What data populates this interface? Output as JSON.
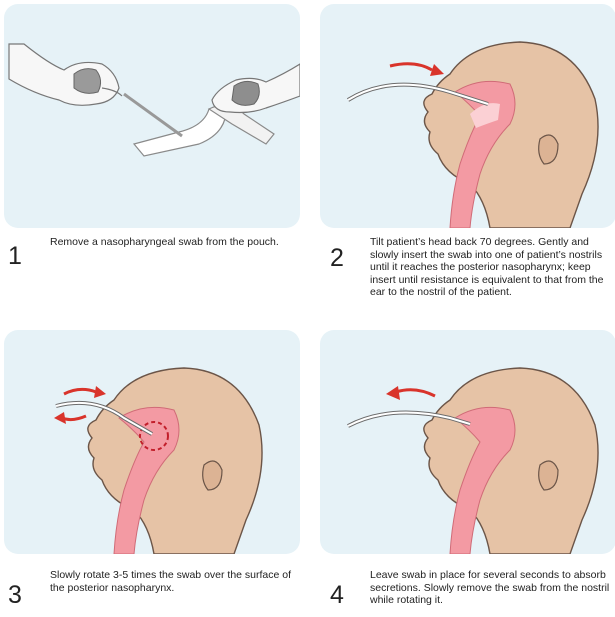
{
  "steps": [
    {
      "number": "1",
      "text": "Remove a nasopharyngeal swab from the pouch."
    },
    {
      "number": "2",
      "text": "Tilt patient’s head back 70 degrees. Gently and slowly insert the swab into one of patient’s nostrils until it reaches the posterior nasopharynx; keep insert until resistance is equivalent to that from the ear to the nostril of the patient."
    },
    {
      "number": "3",
      "text": "Slowly rotate 3-5 times the swab over the surface of the posterior nasopharynx."
    },
    {
      "number": "4",
      "text": "Leave swab in place for several seconds to absorb secretions. Slowly remove the swab from the nostril while rotating it."
    }
  ],
  "colors": {
    "panel_bg": "#e6f2f7",
    "skin": "#e6c3a6",
    "skin_outline": "#6b5548",
    "airway": "#f39aa3",
    "airway_light": "#fbd0d4",
    "arrow": "#d9342b",
    "glove": "#f5f5f5",
    "glove_outline": "#777777"
  },
  "icons": {
    "panel1": "gloved-hands-opening-pouch",
    "panel2": "swab-insertion-profile",
    "panel3": "swab-rotation-profile",
    "panel4": "swab-removal-profile"
  }
}
